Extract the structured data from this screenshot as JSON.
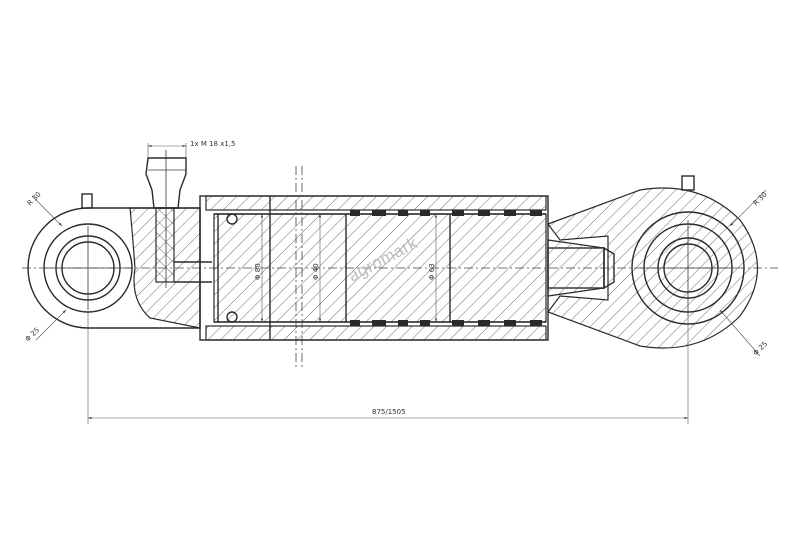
{
  "drawing": {
    "callout_port": "1x M 18 x1,5",
    "dim_overall_length": "875/1505",
    "dim_left_eye_inner": "R 30",
    "dim_left_pin": "Φ 25",
    "dim_right_eye": "R 30",
    "dim_right_pin": "Φ 25",
    "dim_piston": "Φ 63",
    "dim_bore": "Φ 80",
    "dim_rod": "Φ 40",
    "watermark": "agromark"
  }
}
